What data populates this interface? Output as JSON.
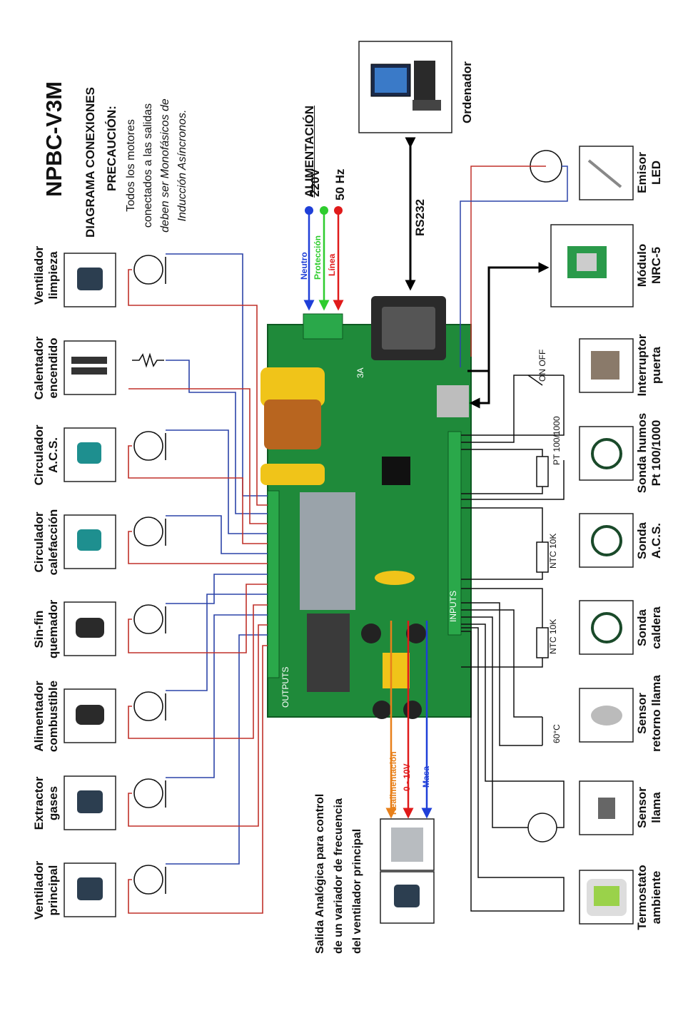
{
  "header": {
    "model": "NPBC-V3M",
    "subtitle": "DIAGRAMA CONEXIONES",
    "caution_title": "PRECAUCIÓN:",
    "caution_lines": [
      "Todos los motores",
      "conectados a las salidas",
      "deben ser Monofásicos de",
      "Inducción Asíncronos."
    ]
  },
  "power": {
    "title": "ALIMENTACIÓN",
    "voltage": "220V",
    "frequency": "50 Hz",
    "wires": [
      {
        "label": "Neutro",
        "color": "#1f3fd8"
      },
      {
        "label": "Protección",
        "color": "#2ecc2e"
      },
      {
        "label": "Línea",
        "color": "#e01a1a"
      }
    ]
  },
  "computer": {
    "label": "Ordenador",
    "link": "RS232"
  },
  "outputs": [
    {
      "line1": "Ventilador",
      "line2": "limpieza",
      "symbol": "motor"
    },
    {
      "line1": "Calentador",
      "line2": "encendido",
      "symbol": "resistor"
    },
    {
      "line1": "Circulador",
      "line2": "A.C.S.",
      "symbol": "motor"
    },
    {
      "line1": "Circulador",
      "line2": "calefacción",
      "symbol": "motor"
    },
    {
      "line1": "Sin-fin",
      "line2": "quemador",
      "symbol": "motor"
    },
    {
      "line1": "Alimentador",
      "line2": "combustible",
      "symbol": "motor"
    },
    {
      "line1": "Extractor",
      "line2": "gases",
      "symbol": "motor"
    },
    {
      "line1": "Ventilador",
      "line2": "principal",
      "symbol": "motor"
    }
  ],
  "inputs": [
    {
      "line1": "Emisor",
      "line2": "LED",
      "symbol": ""
    },
    {
      "line1": "Módulo",
      "line2": "NRC-5",
      "symbol": ""
    },
    {
      "line1": "Interruptor",
      "line2": "puerta",
      "symbol": "ON OFF"
    },
    {
      "line1": "Sonda humos",
      "line2": "Pt 100/1000",
      "symbol": "PT 100/1000"
    },
    {
      "line1": "Sonda",
      "line2": "A.C.S.",
      "symbol": "NTC 10K"
    },
    {
      "line1": "Sonda",
      "line2": "caldera",
      "symbol": "NTC 10K"
    },
    {
      "line1": "Sensor",
      "line2": "retorno llama",
      "symbol": "60°C"
    },
    {
      "line1": "Sensor",
      "line2": "llama",
      "symbol": ""
    },
    {
      "line1": "Termostato",
      "line2": "ambiente",
      "symbol": ""
    }
  ],
  "analog": {
    "lines": [
      "Salida Analógica para control",
      "de un variador de frecuencia",
      "del ventilador principal"
    ],
    "wires": [
      {
        "label": "Realimentación",
        "color": "#e8801a"
      },
      {
        "label": "0 - 10V",
        "color": "#e01a1a"
      },
      {
        "label": "Masa",
        "color": "#1f3fd8"
      }
    ]
  },
  "board": {
    "out_label": "OUTPUTS",
    "in_label": "INPUTS",
    "fuse": "3A"
  }
}
